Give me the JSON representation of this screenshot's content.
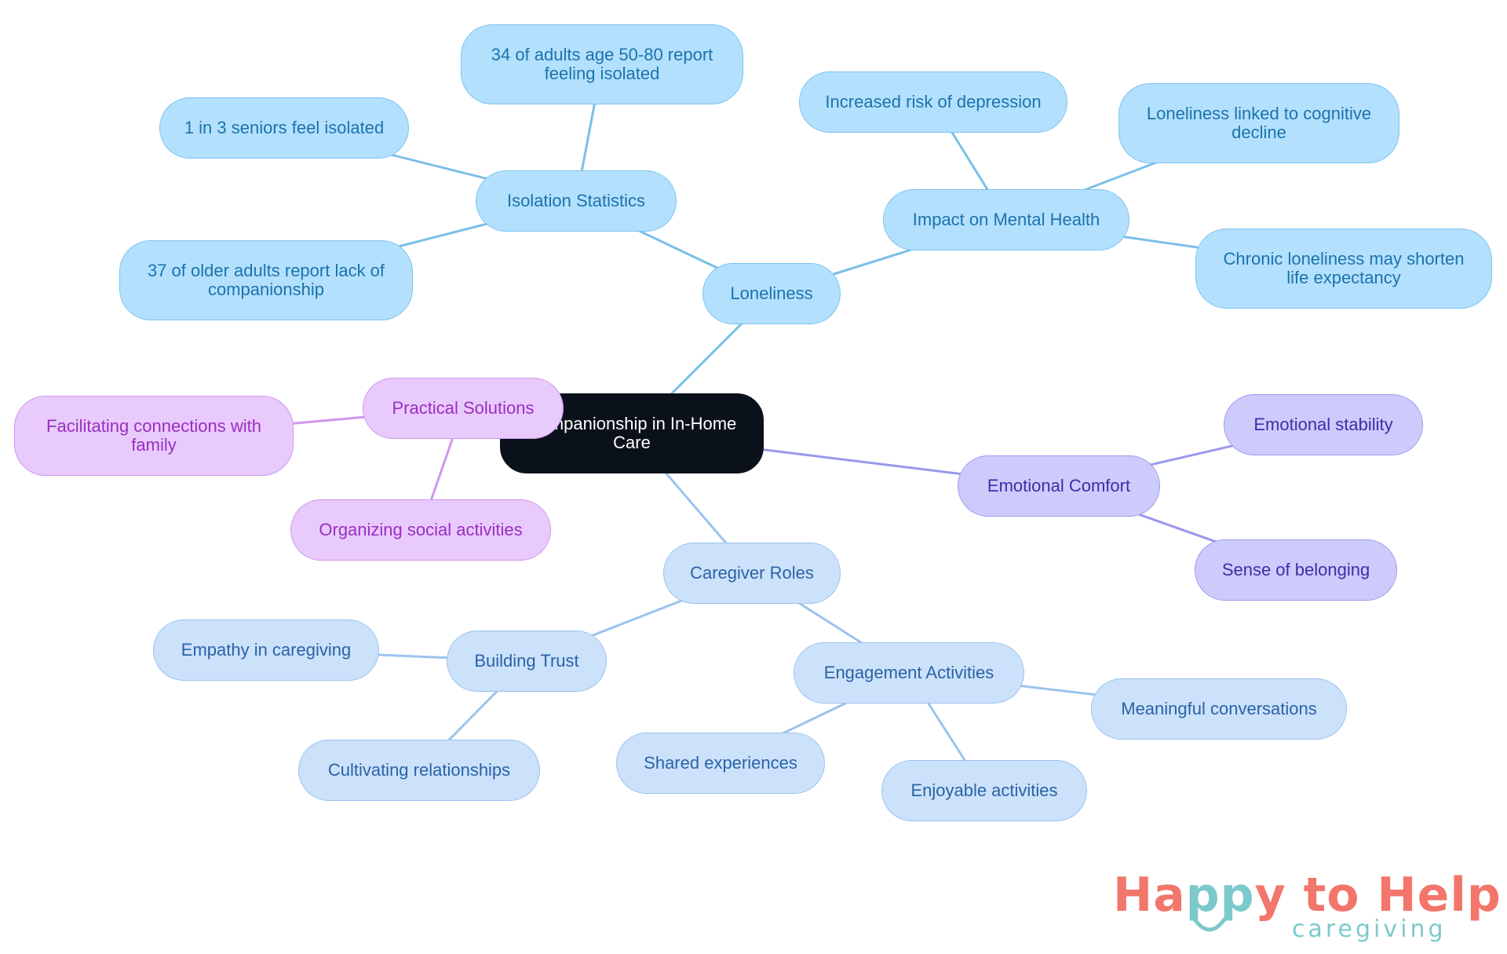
{
  "diagram": {
    "root": {
      "id": "root",
      "label": "Companionship in In-Home Care",
      "color": "root"
    },
    "nodes": [
      {
        "id": "loneliness",
        "label": "Loneliness",
        "color": "blue"
      },
      {
        "id": "isolation",
        "label": "Isolation Statistics",
        "color": "blue"
      },
      {
        "id": "stat1",
        "label": "34 of adults age 50-80 report feeling isolated",
        "color": "blue"
      },
      {
        "id": "stat2",
        "label": "1 in 3 seniors feel isolated",
        "color": "blue"
      },
      {
        "id": "stat3",
        "label": "37 of older adults report lack of companionship",
        "color": "blue"
      },
      {
        "id": "mental",
        "label": "Impact on Mental Health",
        "color": "blue"
      },
      {
        "id": "mh1",
        "label": "Increased risk of depression",
        "color": "blue"
      },
      {
        "id": "mh2",
        "label": "Loneliness linked to cognitive decline",
        "color": "blue"
      },
      {
        "id": "mh3",
        "label": "Chronic loneliness may shorten life expectancy",
        "color": "blue"
      },
      {
        "id": "practical",
        "label": "Practical Solutions",
        "color": "pink"
      },
      {
        "id": "ps1",
        "label": "Facilitating connections with family",
        "color": "pink"
      },
      {
        "id": "ps2",
        "label": "Organizing social activities",
        "color": "pink"
      },
      {
        "id": "emotional",
        "label": "Emotional Comfort",
        "color": "purple"
      },
      {
        "id": "ec1",
        "label": "Emotional stability",
        "color": "purple"
      },
      {
        "id": "ec2",
        "label": "Sense of belonging",
        "color": "purple"
      },
      {
        "id": "caregiver",
        "label": "Caregiver Roles",
        "color": "lblue"
      },
      {
        "id": "trust",
        "label": "Building Trust",
        "color": "lblue"
      },
      {
        "id": "bt1",
        "label": "Empathy in caregiving",
        "color": "lblue"
      },
      {
        "id": "bt2",
        "label": "Cultivating relationships",
        "color": "lblue"
      },
      {
        "id": "engage",
        "label": "Engagement Activities",
        "color": "lblue"
      },
      {
        "id": "ea1",
        "label": "Meaningful conversations",
        "color": "lblue"
      },
      {
        "id": "ea2",
        "label": "Shared experiences",
        "color": "lblue"
      },
      {
        "id": "ea3",
        "label": "Enjoyable activities",
        "color": "lblue"
      }
    ],
    "edges": [
      [
        "root",
        "loneliness"
      ],
      [
        "loneliness",
        "isolation"
      ],
      [
        "isolation",
        "stat1"
      ],
      [
        "isolation",
        "stat2"
      ],
      [
        "isolation",
        "stat3"
      ],
      [
        "loneliness",
        "mental"
      ],
      [
        "mental",
        "mh1"
      ],
      [
        "mental",
        "mh2"
      ],
      [
        "mental",
        "mh3"
      ],
      [
        "root",
        "practical"
      ],
      [
        "practical",
        "ps1"
      ],
      [
        "practical",
        "ps2"
      ],
      [
        "root",
        "emotional"
      ],
      [
        "emotional",
        "ec1"
      ],
      [
        "emotional",
        "ec2"
      ],
      [
        "root",
        "caregiver"
      ],
      [
        "caregiver",
        "trust"
      ],
      [
        "trust",
        "bt1"
      ],
      [
        "trust",
        "bt2"
      ],
      [
        "caregiver",
        "engage"
      ],
      [
        "engage",
        "ea1"
      ],
      [
        "engage",
        "ea2"
      ],
      [
        "engage",
        "ea3"
      ]
    ],
    "edge_colors": {
      "blue": "#7bbfe8",
      "lblue": "#9cc3ee",
      "purple": "#9a97ee",
      "pink": "#cf97ee"
    }
  },
  "logo": {
    "word_happy": "Happy",
    "word_to": "to",
    "word_help": "Help",
    "subtitle": "caregiving",
    "colors": {
      "happy": "#f2766b",
      "pp": "#7cc9cc",
      "to": "#f2766b",
      "help": "#f2766b",
      "subtitle": "#7cc9cc"
    }
  }
}
